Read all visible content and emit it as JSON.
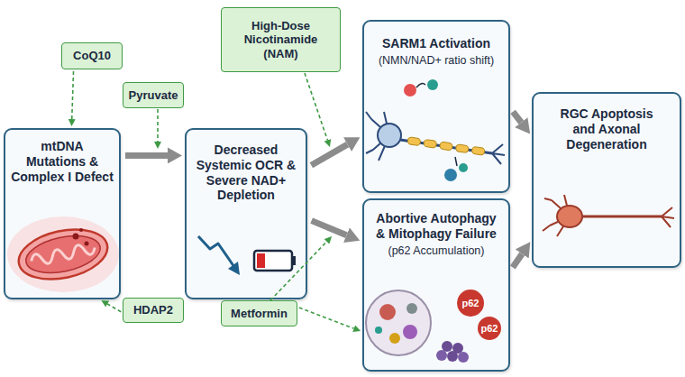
{
  "diagram": {
    "nodes": [
      {
        "text": [
          "CoQ10"
        ]
      },
      {
        "text": [
          "Pyruvate"
        ]
      },
      {
        "text": [
          "High-Dose Nicotinamide (NAM)"
        ]
      },
      {
        "text": [
          "mtDNA Mutations & Complex I Defect"
        ]
      },
      {
        "text": [
          "Decreased Systemic OCR & Severe NAD+ Depletion"
        ]
      },
      {
        "text": [
          "SARM1 Activation",
          "(NMN/NAD+ ratio shift)"
        ]
      },
      {
        "text": [
          "Abortive Autophagy & Mitophagy Failure",
          "(p62 Accumulation)"
        ]
      },
      {
        "text": [
          "RGC Apoptosis and Axonal Degeneration"
        ]
      },
      {
        "text": [
          "HDAP2"
        ]
      },
      {
        "text": [
          "Metformin"
        ]
      }
    ],
    "edges": [
      {
        "from": 3,
        "to": 4,
        "arrow": "to"
      },
      {
        "from": 4,
        "to": 5,
        "arrow": "to"
      },
      {
        "from": 4,
        "to": 6,
        "arrow": "to"
      },
      {
        "from": 5,
        "to": 7,
        "arrow": "to"
      },
      {
        "from": 6,
        "to": 7,
        "arrow": "to"
      },
      {
        "from": 0,
        "to": 3,
        "arrow": "to"
      },
      {
        "from": 8,
        "to": 3,
        "arrow": "to"
      },
      {
        "from": 9,
        "to": 6,
        "arrow": "to"
      }
    ],
    "labels": [
      "p62",
      "p62"
    ]
  }
}
